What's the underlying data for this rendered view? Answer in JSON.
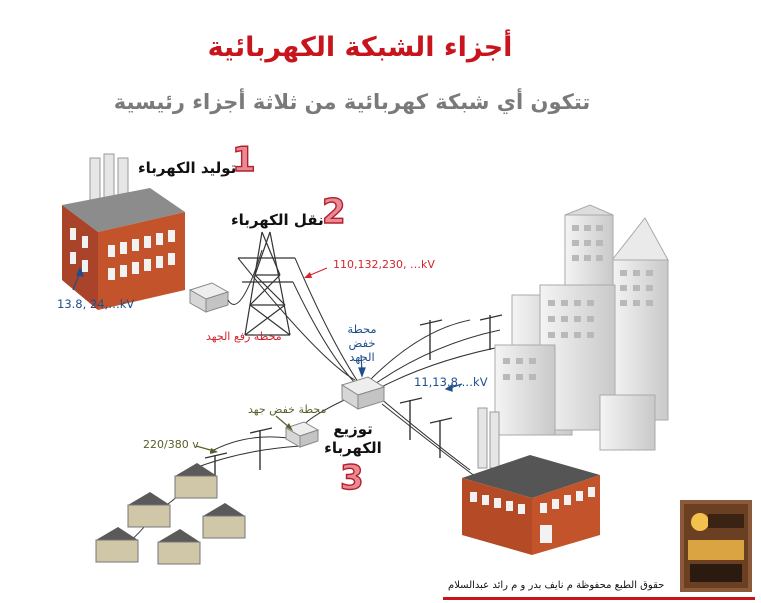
{
  "title": "أجزاء الشبكة الكهربائية",
  "subtitle": "تتكون أي شبكة كهربائية من ثلاثة أجزاء رئيسية",
  "parts": [
    {
      "number": "1",
      "label": "توليد الكهرباء"
    },
    {
      "number": "2",
      "label": "نقل الكهرباء"
    },
    {
      "number": "3",
      "label": "توزيع الكهرباء"
    }
  ],
  "annotations": {
    "generation_voltage": "13.8, 24,…kV",
    "step_up_station": "محطة رفع الجهد",
    "transmission_voltage": "110,132,230, …kV",
    "step_down_station_1": "محطة خفض الجهد",
    "distribution_voltage": "11,13.8,…kV",
    "step_down_station_2": "محطة خفض جهد",
    "consumer_voltage": "220/380 v"
  },
  "footer": "حقوق الطبع محفوظة  م نايف بدر و م رائد عبدالسلام",
  "colors": {
    "title": "#c8141c",
    "subtitle": "#7a7a7a",
    "brick": "#c2532a",
    "lines": "#333333",
    "numbers": "#e88a94"
  }
}
